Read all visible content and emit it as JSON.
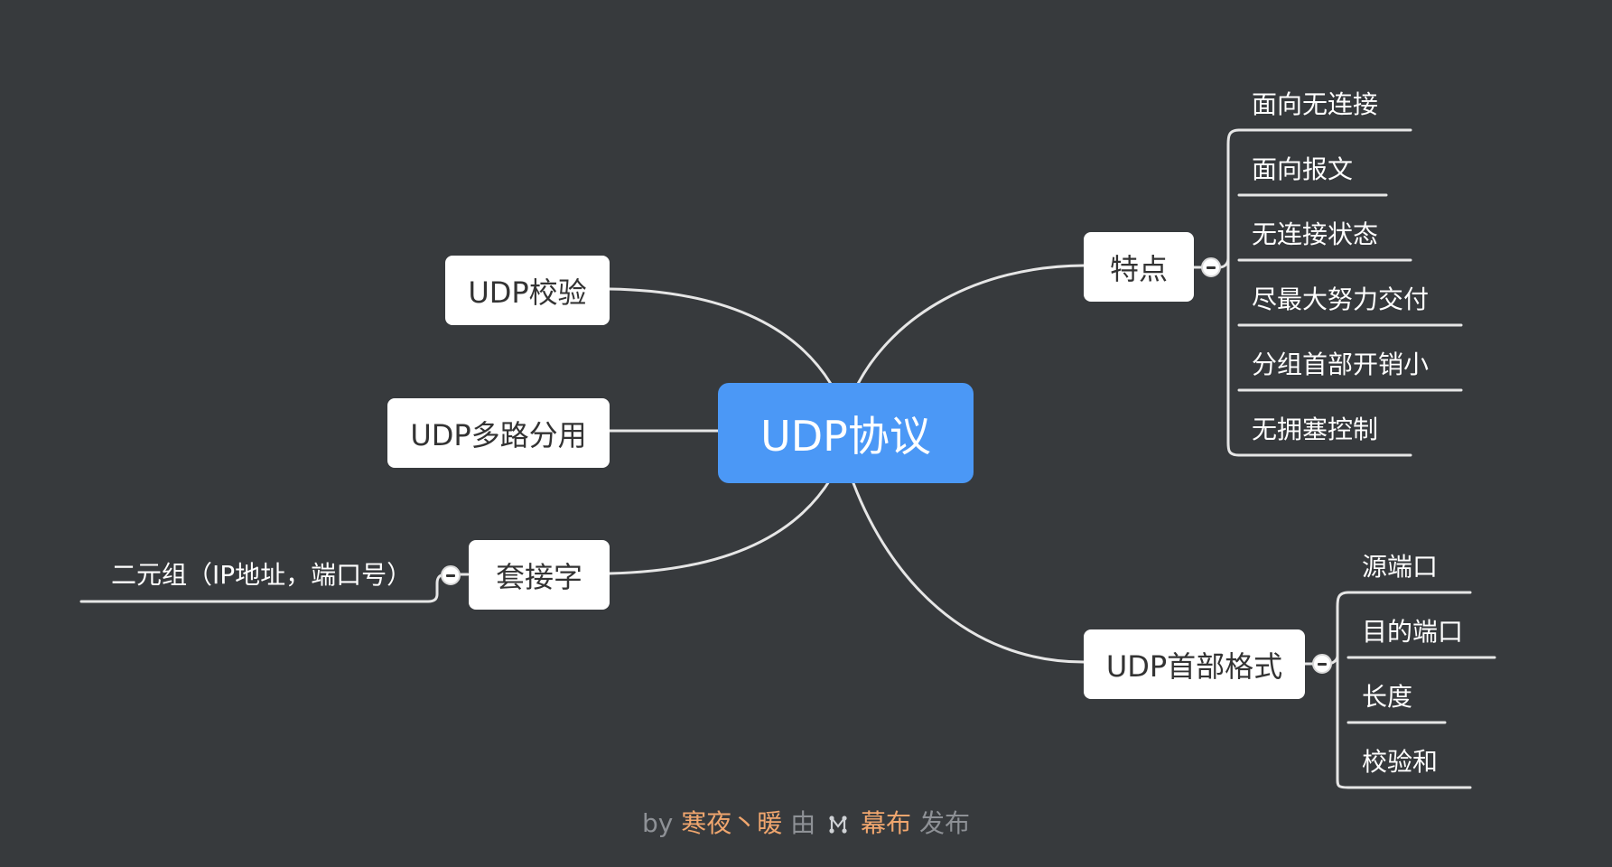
{
  "root": {
    "label": "UDP协议"
  },
  "left_nodes": {
    "checksum": "UDP校验",
    "multiplex": "UDP多路分用",
    "socket": "套接字"
  },
  "socket_children": [
    "二元组（IP地址，端口号）"
  ],
  "features": {
    "label": "特点",
    "items": [
      "面向无连接",
      "面向报文",
      "无连接状态",
      "尽最大努力交付",
      "分组首部开销小",
      "无拥塞控制"
    ]
  },
  "header_format": {
    "label": "UDP首部格式",
    "items": [
      "源端口",
      "目的端口",
      "长度",
      "校验和"
    ]
  },
  "footer": {
    "by": "by",
    "author": "寒夜丶暖",
    "via": "由",
    "platform": "幕布",
    "published": "发布"
  },
  "colors": {
    "background": "#373a3d",
    "root": "#4b98f6",
    "link": "#e6e6e6",
    "footer_highlight": "#f0a66e"
  },
  "icons": [
    "collapse-icon",
    "mubu-logo-icon"
  ]
}
